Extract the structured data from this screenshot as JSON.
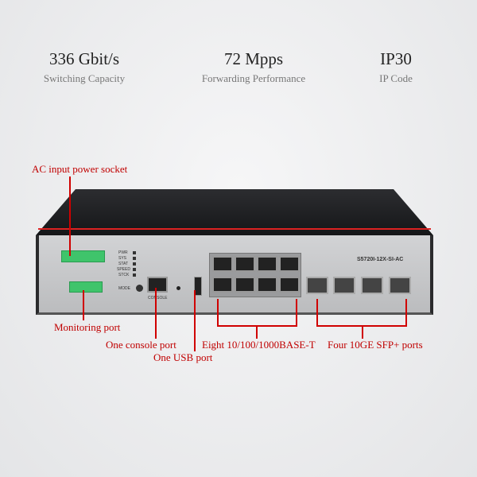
{
  "specs": [
    {
      "value": "336 Gbit/s",
      "label": "Switching Capacity"
    },
    {
      "value": "72 Mpps",
      "label": "Forwarding Performance"
    },
    {
      "value": "IP30",
      "label": "IP Code"
    }
  ],
  "device": {
    "model": "S5720I-12X-SI-AC",
    "leds": [
      "PWR",
      "SYS",
      "STAT",
      "SPEED",
      "STCK"
    ],
    "mode_button": "MODE",
    "console_label": "CONSOLE",
    "rj45_port_count": 8,
    "sfp_port_count": 4
  },
  "annotations": {
    "power": "AC input power socket",
    "monitoring": "Monitoring port",
    "console": "One console port",
    "usb": "One USB port",
    "ethernet": "Eight 10/100/1000BASE-T",
    "sfp": "Four 10GE SFP+ ports"
  },
  "colors": {
    "annotation": "#c00000",
    "terminal": "#3fc46b"
  }
}
